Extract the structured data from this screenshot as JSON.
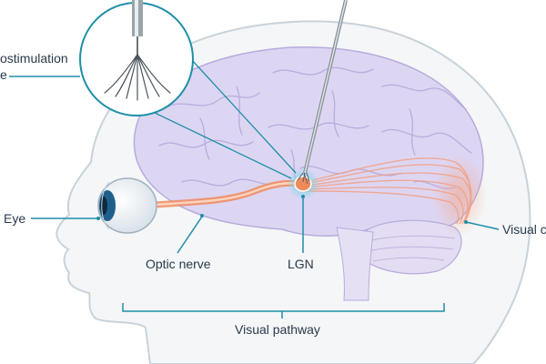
{
  "diagram": {
    "labels": {
      "microstimulation_electrode": "ostimulation",
      "microstimulation_electrode_line2": "e",
      "eye": "Eye",
      "optic_nerve": "Optic nerve",
      "lgn": "LGN",
      "visual_cortex": "Visual c",
      "visual_pathway": "Visual pathway"
    },
    "colors": {
      "head_fill": "#f4f6f8",
      "head_stroke": "#c9d2da",
      "brain_fill": "#ddd6f3",
      "brain_stroke": "#b7abdc",
      "cerebellum_fill": "#e3dcf2",
      "nerve": "#f08a5d",
      "pathway_fibers": "#f3a083",
      "callout_teal": "#1f8fa8",
      "iris": "#1e5f8c",
      "label_text": "#2a3a4a"
    },
    "icons": [
      "electrode-icon",
      "eye-icon",
      "brain-icon"
    ]
  }
}
